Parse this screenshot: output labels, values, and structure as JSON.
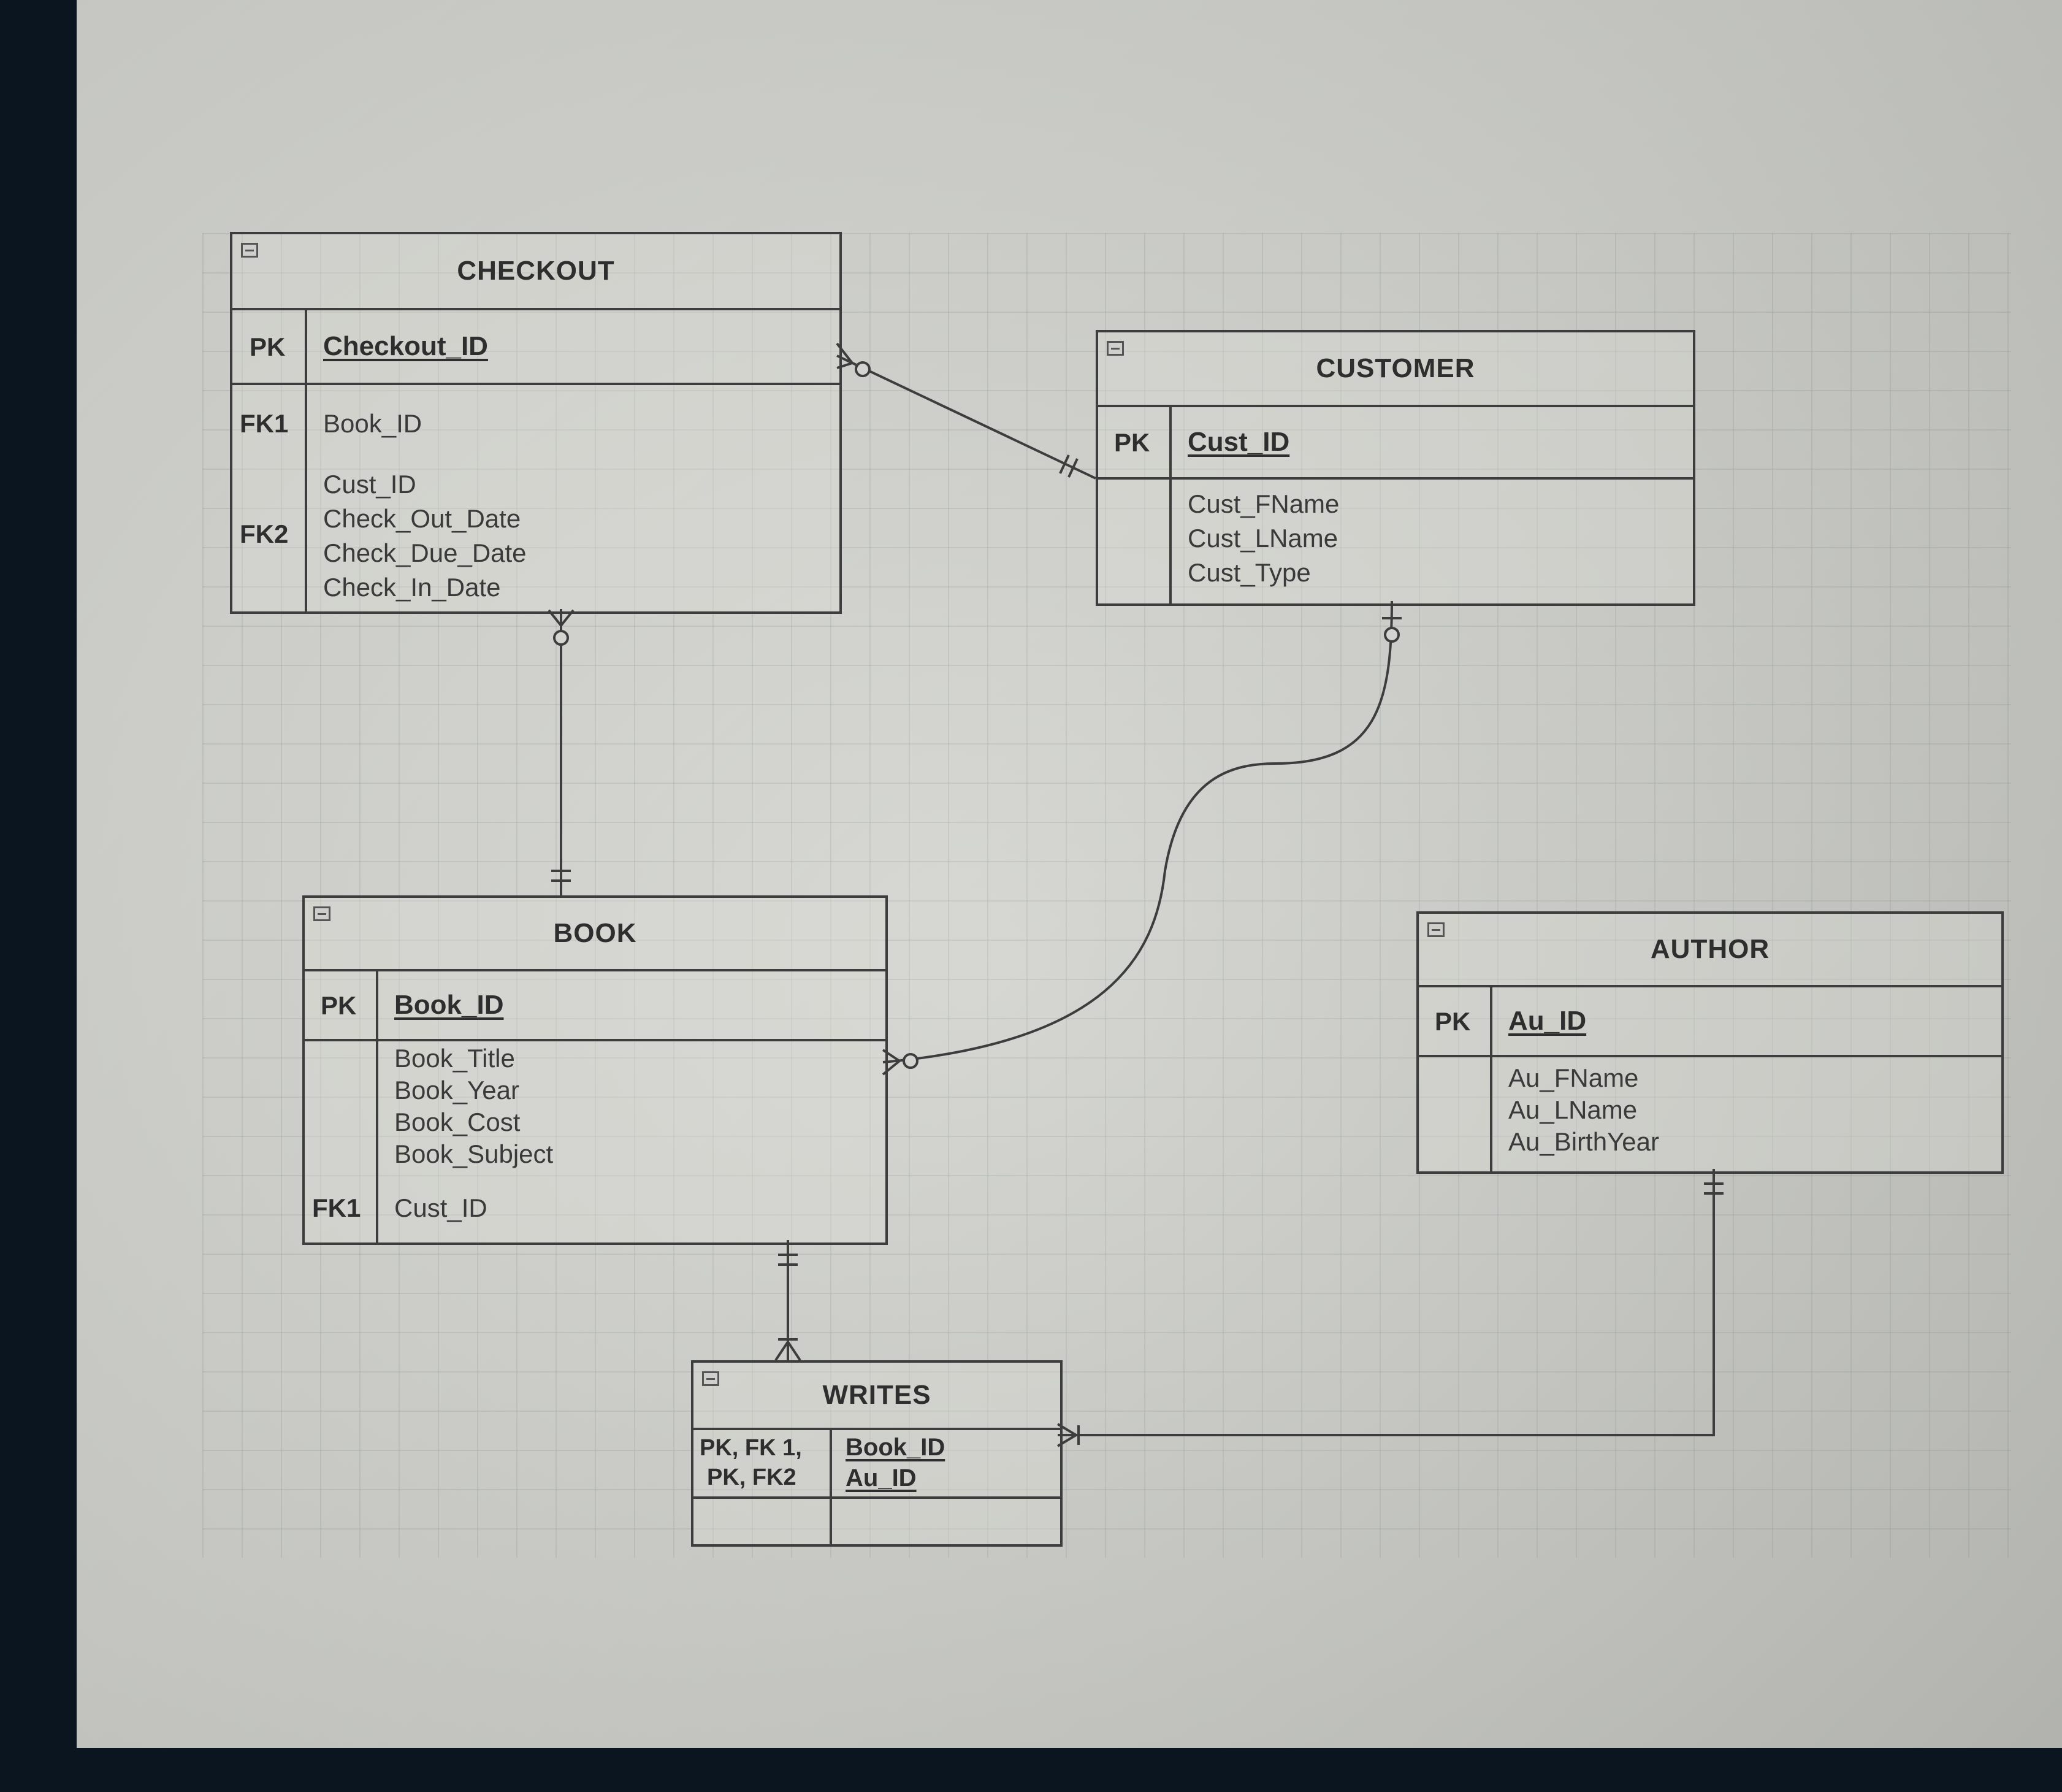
{
  "entities": {
    "checkout": {
      "name": "CHECKOUT",
      "pk_label": "PK",
      "pk_name": "Checkout_ID",
      "fk1_label": "FK1",
      "fk2_label": "FK2",
      "attributes": [
        "Book_ID",
        "Cust_ID",
        "Check_Out_Date",
        "Check_Due_Date",
        "Check_In_Date"
      ]
    },
    "customer": {
      "name": "CUSTOMER",
      "pk_label": "PK",
      "pk_name": "Cust_ID",
      "attributes": [
        "Cust_FName",
        "Cust_LName",
        "Cust_Type"
      ]
    },
    "book": {
      "name": "BOOK",
      "pk_label": "PK",
      "pk_name": "Book_ID",
      "fk1_label": "FK1",
      "attributes": [
        "Book_Title",
        "Book_Year",
        "Book_Cost",
        "Book_Subject",
        "Cust_ID"
      ]
    },
    "author": {
      "name": "AUTHOR",
      "pk_label": "PK",
      "pk_name": "Au_ID",
      "attributes": [
        "Au_FName",
        "Au_LName",
        "Au_BirthYear"
      ]
    },
    "writes": {
      "name": "WRITES",
      "key_labels": [
        "PK, FK 1,",
        "PK, FK2"
      ],
      "pk_names": [
        "Book_ID",
        "Au_ID"
      ]
    }
  },
  "relationships": [
    {
      "from": "CHECKOUT",
      "to": "CUSTOMER",
      "from_cardinality": "zero-or-many",
      "to_cardinality": "one-and-only-one"
    },
    {
      "from": "CHECKOUT",
      "to": "BOOK",
      "from_cardinality": "zero-or-many",
      "to_cardinality": "one-and-only-one"
    },
    {
      "from": "BOOK",
      "to": "CUSTOMER",
      "from_cardinality": "zero-or-many",
      "to_cardinality": "zero-or-one"
    },
    {
      "from": "BOOK",
      "to": "WRITES",
      "from_cardinality": "one-and-only-one",
      "to_cardinality": "one-or-many"
    },
    {
      "from": "AUTHOR",
      "to": "WRITES",
      "from_cardinality": "one-and-only-one",
      "to_cardinality": "one-or-many"
    }
  ],
  "colors": {
    "line": "#3d3d3d",
    "text": "#2e2e2e",
    "background": "#d6d7d2",
    "bezel": "#0b1520"
  }
}
